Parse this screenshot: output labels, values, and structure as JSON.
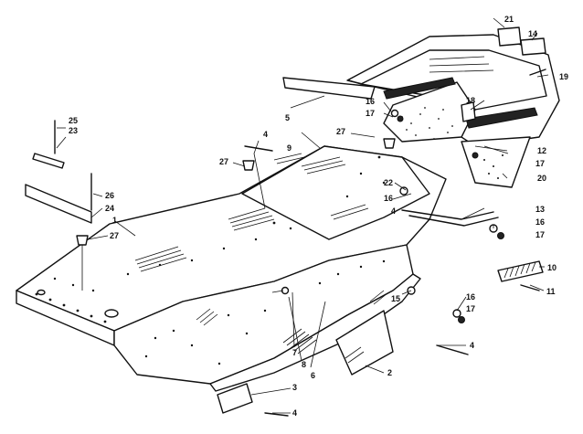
{
  "diagram": {
    "callouts": [
      {
        "text": "1"
      },
      {
        "text": "2"
      },
      {
        "text": "3"
      },
      {
        "text": "4"
      },
      {
        "text": "4"
      },
      {
        "text": "4"
      },
      {
        "text": "4"
      },
      {
        "text": "5"
      },
      {
        "text": "6"
      },
      {
        "text": "7"
      },
      {
        "text": "8"
      },
      {
        "text": "9"
      },
      {
        "text": "10"
      },
      {
        "text": "11"
      },
      {
        "text": "12"
      },
      {
        "text": "13"
      },
      {
        "text": "14"
      },
      {
        "text": "15"
      },
      {
        "text": "16"
      },
      {
        "text": "16"
      },
      {
        "text": "16"
      },
      {
        "text": "16"
      },
      {
        "text": "17"
      },
      {
        "text": "17"
      },
      {
        "text": "17"
      },
      {
        "text": "17"
      },
      {
        "text": "18"
      },
      {
        "text": "19"
      },
      {
        "text": "20"
      },
      {
        "text": "21"
      },
      {
        "text": "22"
      },
      {
        "text": "23"
      },
      {
        "text": "24"
      },
      {
        "text": "25"
      },
      {
        "text": "26"
      },
      {
        "text": "27"
      },
      {
        "text": "27"
      },
      {
        "text": "27"
      }
    ]
  }
}
